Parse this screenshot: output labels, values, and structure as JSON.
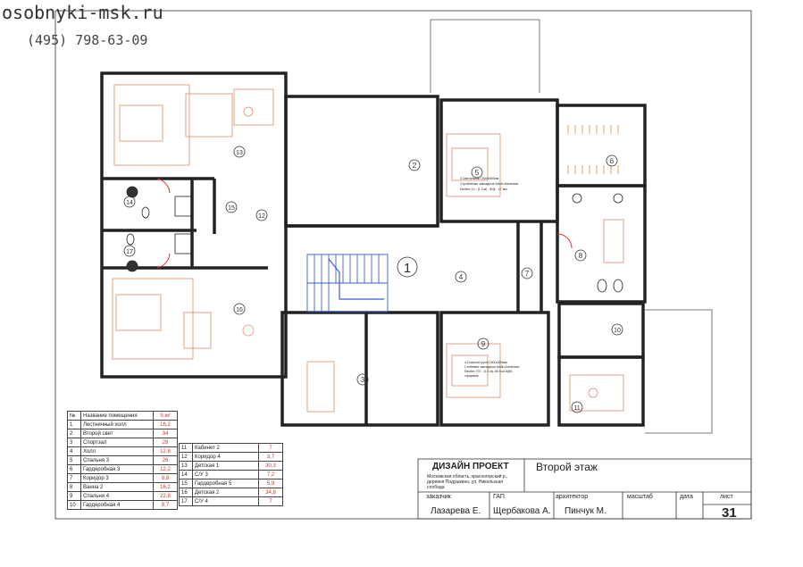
{
  "header": {
    "site": "osobnyki-msk.ru",
    "phone": "(495)  798-63-09"
  },
  "room_numbers": [
    "1",
    "2",
    "3",
    "4",
    "5",
    "6",
    "7",
    "8",
    "9",
    "10",
    "11",
    "12",
    "13",
    "14",
    "15",
    "16",
    "17"
  ],
  "notes": {
    "room5": [
      "4.Светильник 1500x300мм",
      "Стройевные закладные Arklin Adminisse",
      "Decflex 14 - (1,3 м) - 8/@ - 17 мм"
    ],
    "room9": [
      "4.Спальня групп 1500x300мм",
      "Стойевые закладные Arklin Adminisse",
      "Decflex 707 - (1.6 м)- 80 м.м 8@9-",
      "торцевые"
    ]
  },
  "room_table": {
    "headers": [
      "№",
      "Название помещения",
      "S,м²"
    ],
    "rows_left": [
      [
        "1",
        "Лестничный холл",
        "16,2"
      ],
      [
        "2",
        "Второй свет",
        "34"
      ],
      [
        "3",
        "Спортзал",
        "28"
      ],
      [
        "4",
        "Холл",
        "12,8"
      ],
      [
        "5",
        "Спальня 3",
        "26"
      ],
      [
        "6",
        "Гардеробная 3",
        "12,2"
      ],
      [
        "7",
        "Коридор 3",
        "8,8"
      ],
      [
        "8",
        "Ванна 2",
        "16,2"
      ],
      [
        "9",
        "Спальня 4",
        "22,8"
      ],
      [
        "10",
        "Гардеробная 4",
        "8,7"
      ]
    ],
    "rows_right": [
      [
        "11",
        "Кабинет 2",
        "7"
      ],
      [
        "12",
        "Коридор 4",
        "3,7"
      ],
      [
        "13",
        "Детская 1",
        "30,3"
      ],
      [
        "14",
        "С/У 3",
        "7,2"
      ],
      [
        "15",
        "Гардеробная 5",
        "5,9"
      ],
      [
        "16",
        "Детская 2",
        "34,8"
      ],
      [
        "17",
        "С/У 4",
        "7"
      ]
    ]
  },
  "title_block": {
    "project": "ДИЗАЙН ПРОЕКТ",
    "address": [
      "Московская область, красногорский р.,",
      "деревня Подушкино, ул. Никольская",
      "слобода"
    ],
    "sheet_title": "Второй этаж",
    "customer_label": "заказчик",
    "customer": "Лазарева Е.",
    "gap_label": "ГАП",
    "gap": "Щербакова А.",
    "architect_label": "архитектор",
    "architect": "Пинчук М.",
    "scale_label": "масштаб",
    "date_label": "дата",
    "sheet_label": "лист",
    "sheet_number": "31"
  },
  "colors": {
    "wall": "#222222",
    "furniture": "#d98c6a",
    "door_red": "#e03030",
    "stair_blue": "#3a5bd9"
  }
}
